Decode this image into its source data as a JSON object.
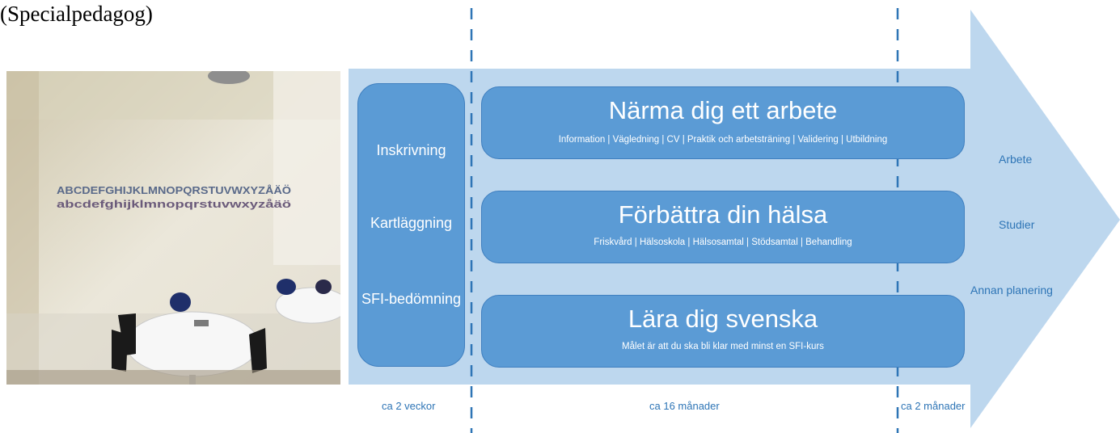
{
  "caption": "(Specialpedagog)",
  "photo": {
    "wall_letters_upper": "ABCDEFGHIJKLMNOPQRSTUVWXYZÅÄÖ",
    "wall_letters_lower": "abcdefghijklmnopqrstuvwxyzåäö"
  },
  "left_steps": [
    "Inskrivning",
    "Kartläggning",
    "SFI-bedömning"
  ],
  "bars": [
    {
      "title": "Närma dig ett arbete",
      "subtitle": "Information | Vägledning | CV | Praktik och arbetsträning | Validering | Utbildning"
    },
    {
      "title": "Förbättra din hälsa",
      "subtitle": "Friskvård | Hälsoskola | Hälsosamtal | Stödsamtal | Behandling"
    },
    {
      "title": "Lära dig svenska",
      "subtitle": "Målet är att du ska bli klar med minst en SFI-kurs"
    }
  ],
  "outcomes": [
    "Arbete",
    "Studier",
    "Annan planering"
  ],
  "durations": [
    "ca 2 veckor",
    "ca 16 månader",
    "ca 2 månader"
  ],
  "colors": {
    "arrow_fill": "#bdd7ee",
    "box_fill": "#5b9bd5",
    "dashed_line": "#2e75b6",
    "label_text": "#2e75b6"
  }
}
